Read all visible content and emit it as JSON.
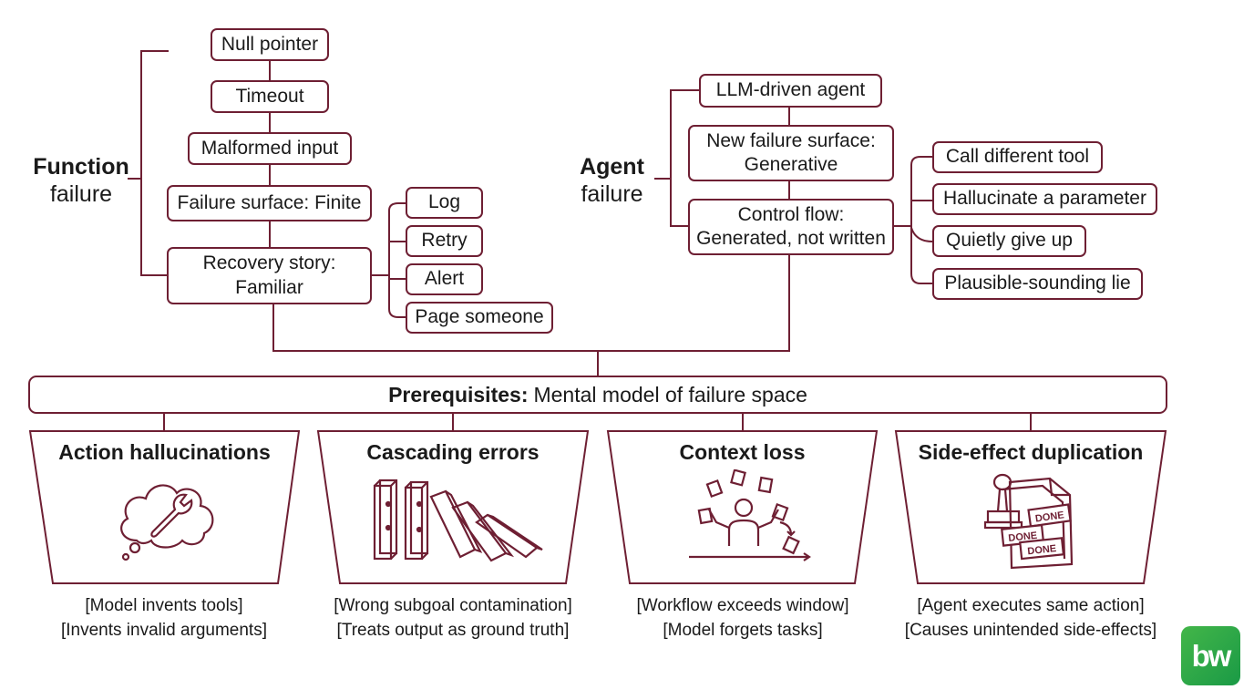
{
  "function_group": {
    "label_bold": "Function",
    "label_rest": "failure",
    "chain": [
      "Null pointer",
      "Timeout",
      "Malformed input",
      "Failure surface: Finite"
    ],
    "recovery": {
      "line1": "Recovery story:",
      "line2": "Familiar"
    },
    "actions": [
      "Log",
      "Retry",
      "Alert",
      "Page someone"
    ]
  },
  "agent_group": {
    "label_bold": "Agent",
    "label_rest": "failure",
    "chain_top": "LLM-driven agent",
    "surface": {
      "line1": "New failure surface:",
      "line2": "Generative"
    },
    "control": {
      "line1": "Control flow:",
      "line2": "Generated, not written"
    },
    "outcomes": [
      "Call different tool",
      "Hallucinate a parameter",
      "Quietly give up",
      "Plausible-sounding lie"
    ]
  },
  "prereq": {
    "bold": "Prerequisites:",
    "text": "Mental model of failure space"
  },
  "cards": [
    {
      "title": "Action hallucinations",
      "icon": "cloud-wrench-icon",
      "captions": [
        "[Model invents tools]",
        "[Invents invalid arguments]"
      ]
    },
    {
      "title": "Cascading errors",
      "icon": "dominoes-icon",
      "captions": [
        "[Wrong subgoal contamination]",
        "[Treats output as ground truth]"
      ]
    },
    {
      "title": "Context loss",
      "icon": "juggling-person-icon",
      "captions": [
        "[Workflow exceeds window]",
        "[Model forgets tasks]"
      ]
    },
    {
      "title": "Side-effect duplication",
      "icon": "stamp-documents-icon",
      "stamp": "DONE",
      "captions": [
        "[Agent executes same action]",
        "[Causes unintended side-effects]"
      ]
    }
  ],
  "logo": {
    "text": "bw",
    "color": "#2aa84a"
  },
  "colors": {
    "accent": "#6e1f33",
    "text": "#1a1a1a"
  }
}
